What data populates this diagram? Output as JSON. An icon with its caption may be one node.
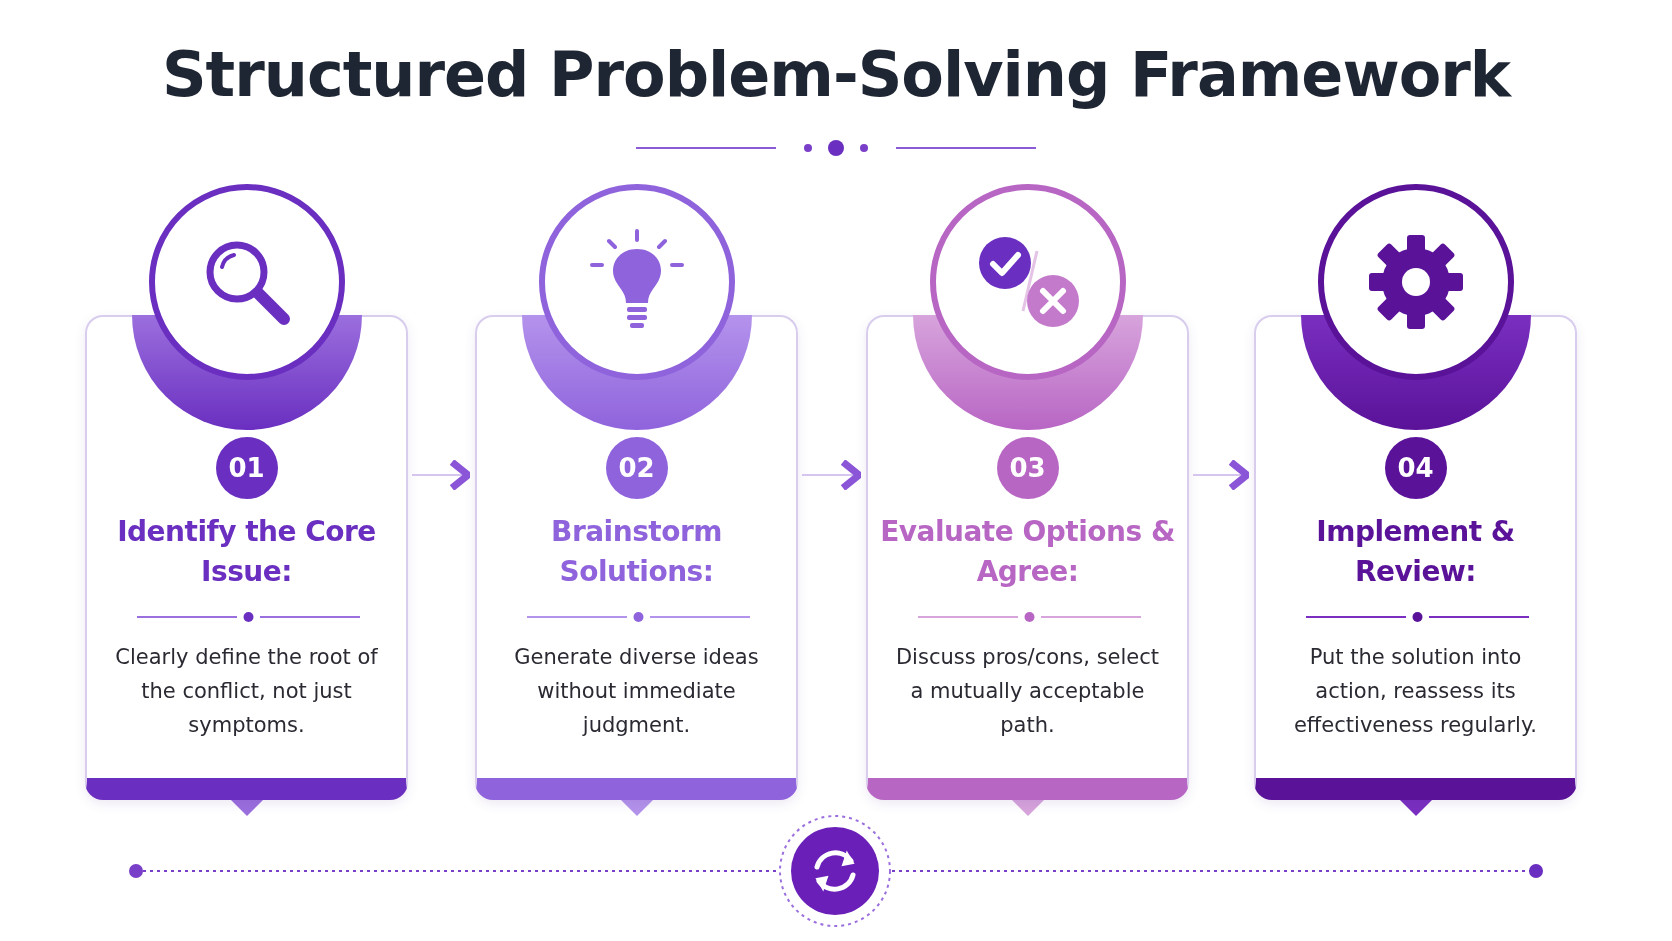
{
  "diagram": {
    "title": "Structured Problem-Solving Framework",
    "nodes": [
      {
        "text": [
          "01",
          "Identify the Core Issue:",
          "Clearly define the root of the conflict, not just symptoms."
        ]
      },
      {
        "text": [
          "02",
          "Brainstorm Solutions:",
          "Generate diverse ideas without immediate judgment."
        ]
      },
      {
        "text": [
          "03",
          "Evaluate Options & Agree:",
          "Discuss pros/cons, select a mutually acceptable path."
        ]
      },
      {
        "text": [
          "04",
          "Implement & Review:",
          "Put the solution into action, reassess its effectiveness regularly."
        ]
      }
    ],
    "edges": [
      {
        "from": 0,
        "to": 1,
        "arrow": "to"
      },
      {
        "from": 1,
        "to": 2,
        "arrow": "to"
      },
      {
        "from": 2,
        "to": 3,
        "arrow": "to"
      }
    ]
  }
}
